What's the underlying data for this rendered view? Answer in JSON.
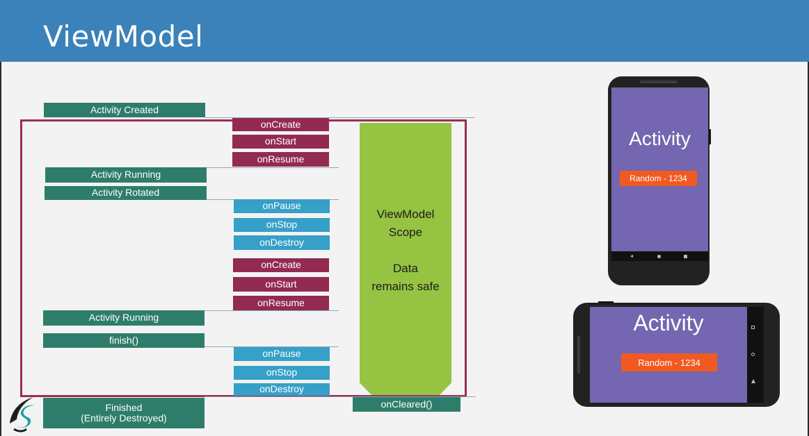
{
  "header": {
    "title": "ViewModel"
  },
  "lifecycle": {
    "activity_created": "Activity Created",
    "on_create_1": "onCreate",
    "on_start_1": "onStart",
    "on_resume_1": "onResume",
    "activity_running_1": "Activity Running",
    "activity_rotated": "Activity Rotated",
    "on_pause_1": "onPause",
    "on_stop_1": "onStop",
    "on_destroy_1": "onDestroy",
    "on_create_2": "onCreate",
    "on_start_2": "onStart",
    "on_resume_2": "onResume",
    "activity_running_2": "Activity Running",
    "finish": "finish()",
    "on_pause_2": "onPause",
    "on_stop_2": "onStop",
    "on_destroy_2": "onDestroy",
    "finished": "Finished\n(Entirely Destroyed)",
    "on_cleared": "onCleared()"
  },
  "scope": {
    "text": "ViewModel\nScope\n\nData\nremains safe"
  },
  "portrait_phone": {
    "activity_label": "Activity",
    "badge": "Random - 1234"
  },
  "landscape_phone": {
    "activity_label": "Activity",
    "badge": "Random - 1234"
  },
  "colors": {
    "header": "#3a82b9",
    "activity_state": "#2e7d6b",
    "create_callbacks": "#932a52",
    "destroy_callbacks": "#36a0c8",
    "scope_bar": "#96c342",
    "screen": "#7466b0",
    "badge": "#f05a22"
  }
}
